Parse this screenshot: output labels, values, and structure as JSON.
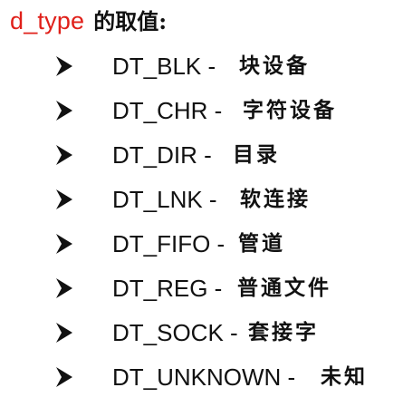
{
  "heading": {
    "code": "d_type",
    "suffix": "的取值:"
  },
  "items": [
    {
      "term": "DT_BLK -",
      "desc": "块设备"
    },
    {
      "term": "DT_CHR -",
      "desc": "字符设备"
    },
    {
      "term": "DT_DIR -",
      "desc": "目录"
    },
    {
      "term": "DT_LNK -",
      "desc": "软连接"
    },
    {
      "term": "DT_FIFO -",
      "desc": "管道"
    },
    {
      "term": "DT_REG -",
      "desc": "普通文件"
    },
    {
      "term": "DT_SOCK -",
      "desc": "套接字"
    },
    {
      "term": "DT_UNKNOWN -",
      "desc": "未知"
    }
  ],
  "colors": {
    "code": "#e0201a",
    "text": "#111111",
    "background": "#ffffff"
  },
  "icons": {
    "bullet": "arrowhead-bullet-icon"
  }
}
